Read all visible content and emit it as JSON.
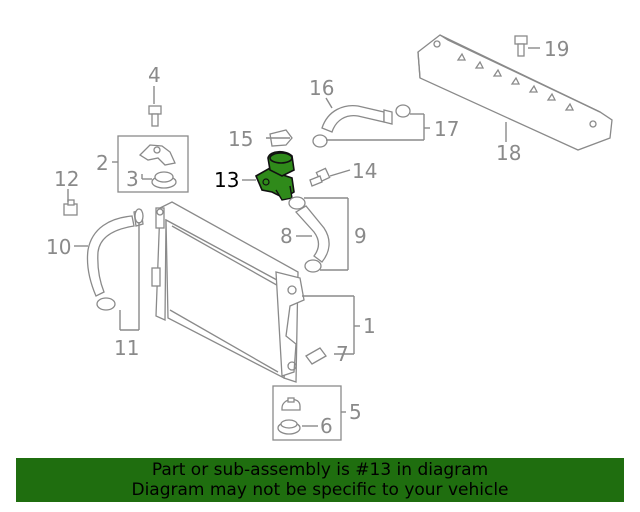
{
  "callouts": {
    "c1": "1",
    "c2": "2",
    "c3": "3",
    "c4": "4",
    "c5": "5",
    "c6": "6",
    "c7": "7",
    "c8": "8",
    "c9": "9",
    "c10": "10",
    "c11": "11",
    "c12": "12",
    "c13": "13",
    "c14": "14",
    "c15": "15",
    "c16": "16",
    "c17": "17",
    "c18": "18",
    "c19": "19"
  },
  "highlight_color": "#1f6e0f",
  "banner": {
    "line1": "Part or sub-assembly is #13 in diagram",
    "line2": "Diagram may not be specific to your vehicle"
  }
}
